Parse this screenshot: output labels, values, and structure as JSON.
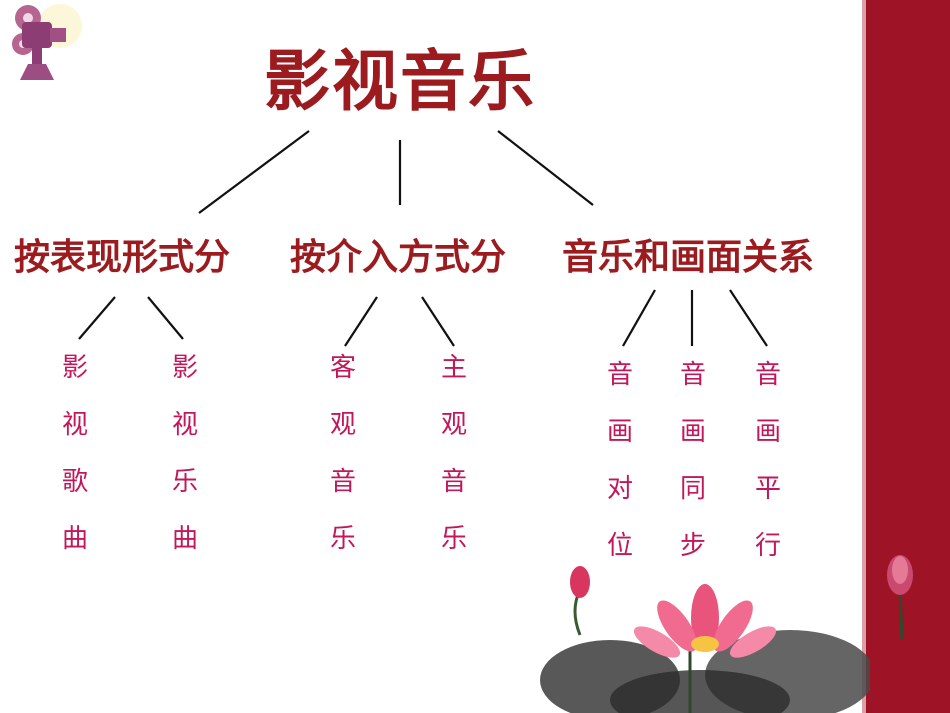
{
  "title": "影视音乐",
  "categories": [
    {
      "label": "按表现形式分",
      "children": [
        [
          "影",
          "视",
          "歌",
          "曲"
        ],
        [
          "影",
          "视",
          "乐",
          "曲"
        ]
      ]
    },
    {
      "label": "按介入方式分",
      "children": [
        [
          "客",
          "观",
          "音",
          "乐"
        ],
        [
          "主",
          "观",
          "音",
          "乐"
        ]
      ]
    },
    {
      "label": "音乐和画面关系",
      "children": [
        [
          "音",
          "画",
          "对",
          "位"
        ],
        [
          "音",
          "画",
          "同",
          "步"
        ],
        [
          "音",
          "画",
          "平",
          "行"
        ]
      ]
    }
  ],
  "colors": {
    "title": "#9b1b1f",
    "leaf": "#c2185b",
    "bar": "#9e1326"
  },
  "icons": [
    "film-projector-icon",
    "lotus-flower-decoration",
    "lotus-bud-decoration"
  ]
}
